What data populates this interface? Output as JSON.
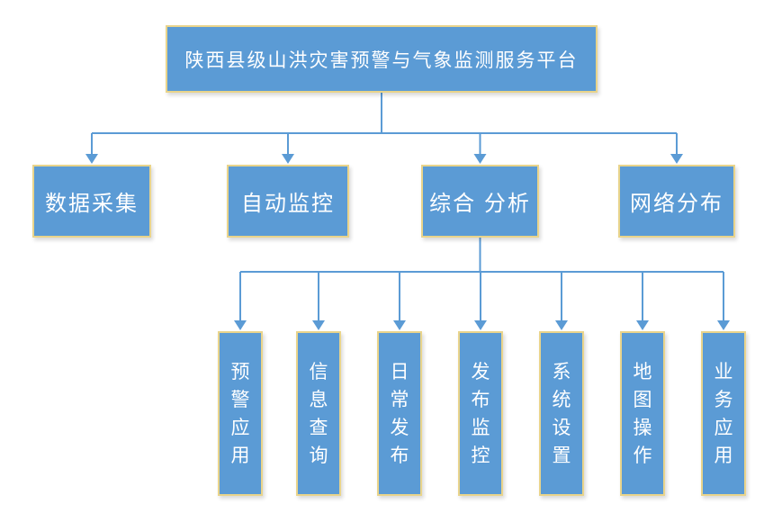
{
  "diagram": {
    "root": {
      "label": "陕西县级山洪灾害预警与气象监测服务平台"
    },
    "level2": {
      "items": [
        {
          "label": "数据采集"
        },
        {
          "label": "自动监控"
        },
        {
          "label": "综合 分析"
        },
        {
          "label": "网络分布"
        }
      ]
    },
    "level3": {
      "items": [
        {
          "label": "预警应用"
        },
        {
          "label": "信息查询"
        },
        {
          "label": "日常发布"
        },
        {
          "label": "发布监控"
        },
        {
          "label": "系统设置"
        },
        {
          "label": "地图操作"
        },
        {
          "label": "业务应用"
        }
      ]
    }
  },
  "colors": {
    "box_fill": "#5B9BD5",
    "box_border": "#E9D48B",
    "connector_line": "#5B9BD5",
    "box_text": "#FFFFFF",
    "background": "#FFFFFF"
  }
}
